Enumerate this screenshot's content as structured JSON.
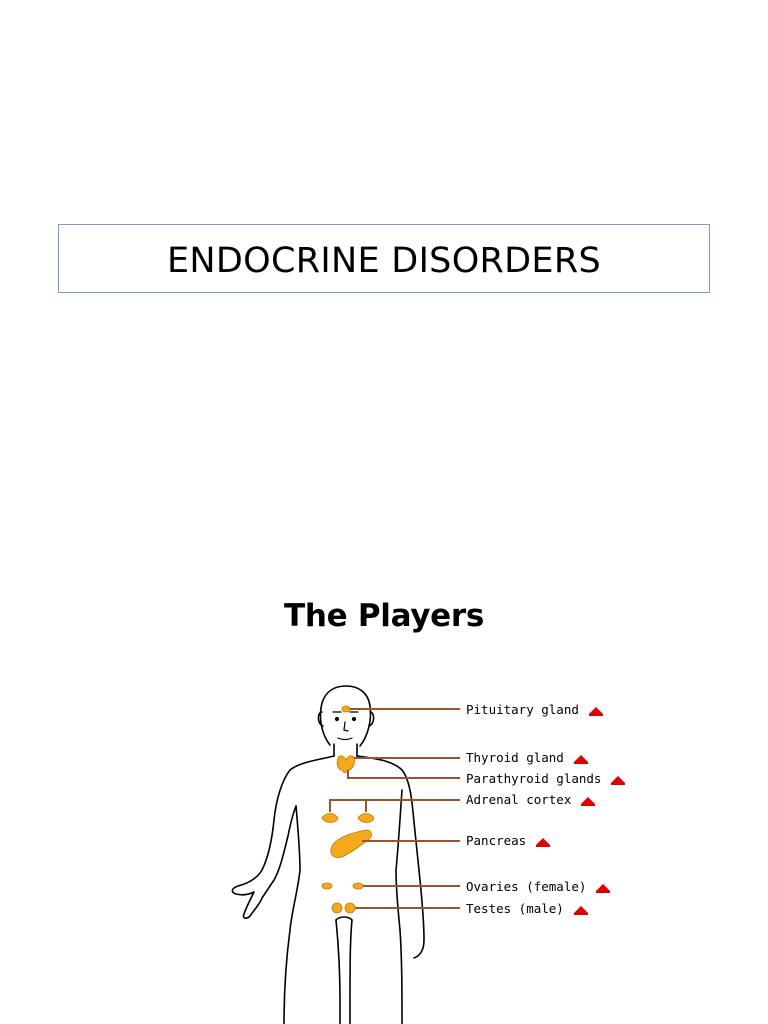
{
  "slide1": {
    "title": "ENDOCRINE DISORDERS"
  },
  "slide2": {
    "heading": "The Players",
    "glands": [
      {
        "label": "Pituitary gland"
      },
      {
        "label": "Thyroid gland"
      },
      {
        "label": "Parathyroid glands"
      },
      {
        "label": "Adrenal cortex"
      },
      {
        "label": "Pancreas"
      },
      {
        "label": "Ovaries (female)"
      },
      {
        "label": "Testes (male)"
      }
    ],
    "colors": {
      "leader_line": "#a0522d",
      "gland_fill": "#f4a81c",
      "arrow": "#e00000",
      "title_border": "#7a9cc4"
    }
  }
}
